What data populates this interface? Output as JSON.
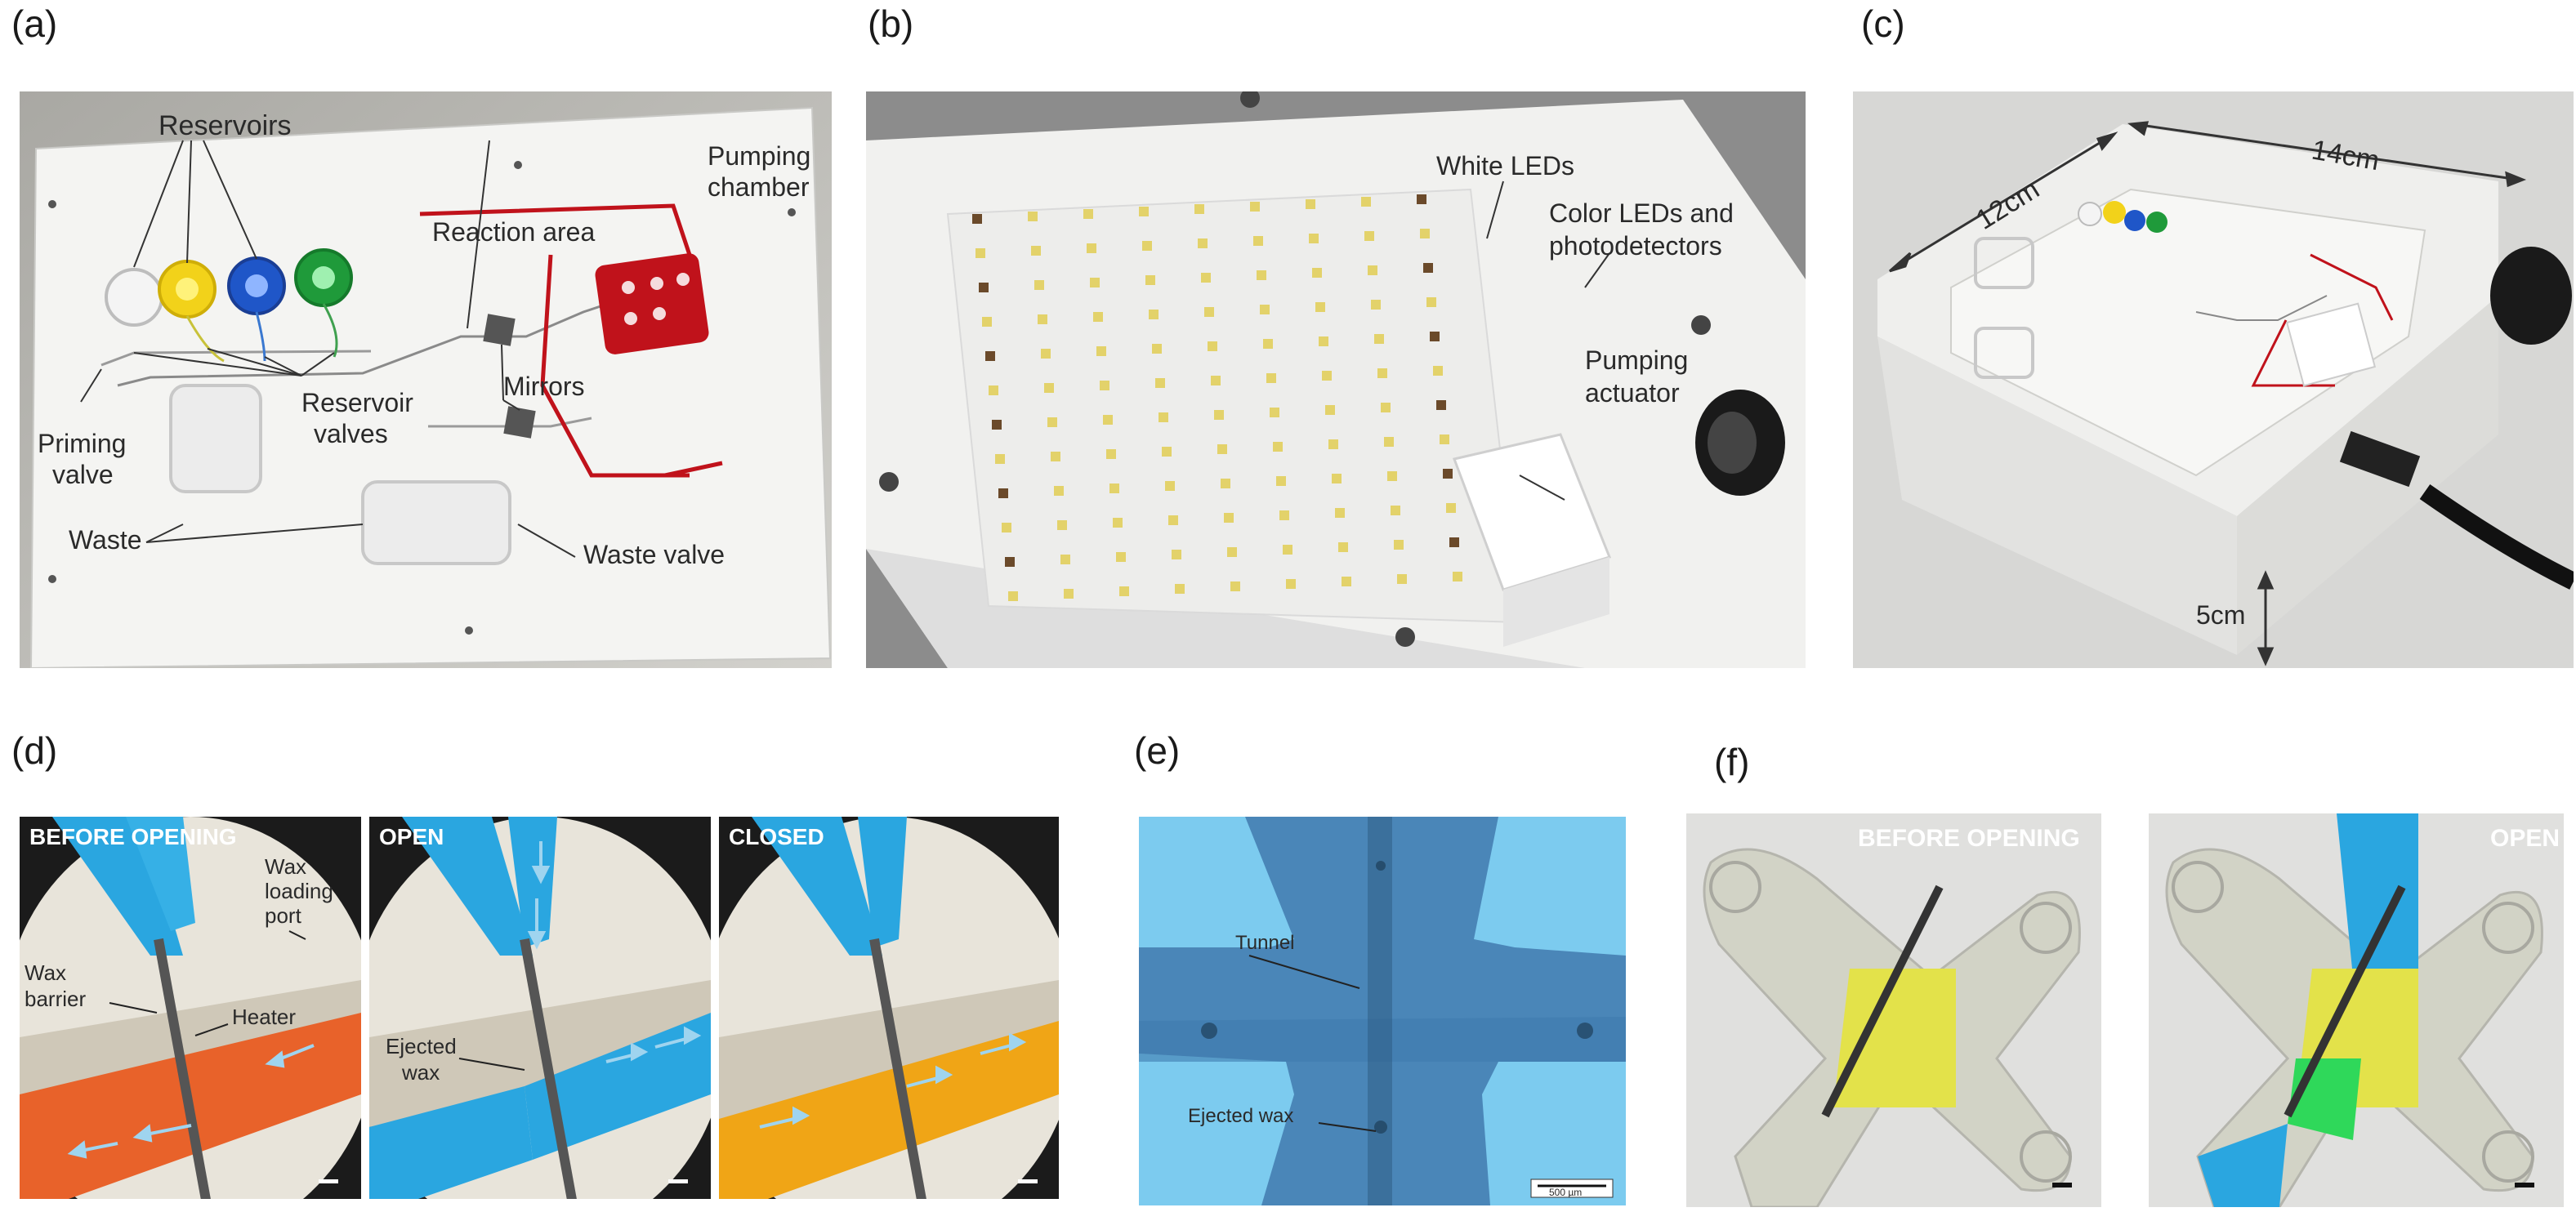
{
  "panels": {
    "a": {
      "label": "(a)",
      "annotations": {
        "reservoirs": "Reservoirs",
        "reaction_area": "Reaction area",
        "pumping_chamber_1": "Pumping",
        "pumping_chamber_2": "chamber",
        "reservoir_valves_1": "Reservoir",
        "reservoir_valves_2": "valves",
        "mirrors": "Mirrors",
        "priming_valve_1": "Priming",
        "priming_valve_2": "valve",
        "waste": "Waste",
        "waste_valve": "Waste valve"
      }
    },
    "b": {
      "label": "(b)",
      "annotations": {
        "white_leds": "White LEDs",
        "color_leds_1": "Color LEDs and",
        "color_leds_2": "photodetectors",
        "pumping_actuator_1": "Pumping",
        "pumping_actuator_2": "actuator"
      }
    },
    "c": {
      "label": "(c)",
      "annotations": {
        "dim_12": "12cm",
        "dim_14": "14cm",
        "dim_5": "5cm"
      }
    },
    "d": {
      "label": "(d)",
      "frames": {
        "before": "BEFORE OPENING",
        "open": "OPEN",
        "closed": "CLOSED"
      },
      "annotations": {
        "wax_loading_1": "Wax",
        "wax_loading_2": "loading",
        "wax_loading_3": "port",
        "wax_barrier_1": "Wax",
        "wax_barrier_2": "barrier",
        "heater": "Heater",
        "ejected_wax_1": "Ejected",
        "ejected_wax_2": "wax"
      }
    },
    "e": {
      "label": "(e)",
      "annotations": {
        "tunnel": "Tunnel",
        "ejected_wax": "Ejected wax",
        "scale": "500 µm"
      }
    },
    "f": {
      "label": "(f)",
      "frames": {
        "before": "BEFORE OPENING",
        "open": "OPEN"
      }
    }
  },
  "colors": {
    "reservoir_yellow": "#f2d21a",
    "reservoir_blue": "#1f56c8",
    "reservoir_green": "#1f9a3a",
    "pump_red": "#c0121b",
    "fluid_blue": "#2aa6e0",
    "fluid_orange": "#e8622a",
    "fluid_amber": "#f0a516",
    "fluid_yellow": "#e3e24a",
    "fluid_green": "#2fd85a"
  }
}
